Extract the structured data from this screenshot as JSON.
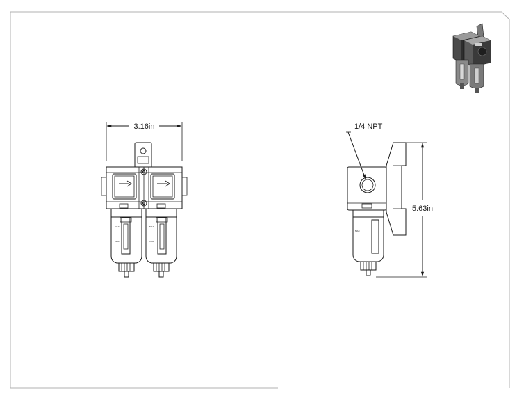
{
  "drawing": {
    "front_view": {
      "width_dimension": "3.16in"
    },
    "side_view": {
      "height_dimension": "5.63in",
      "port_callout": "1/4 NPT"
    },
    "thumbnail": {
      "icon": "isometric-frl-assembly-icon"
    }
  },
  "colors": {
    "line": "#1a1a1a",
    "frame": "#b0b0b0",
    "background": "#ffffff",
    "render_dark": "#3a3a3a",
    "render_mid": "#8a8a8a"
  }
}
